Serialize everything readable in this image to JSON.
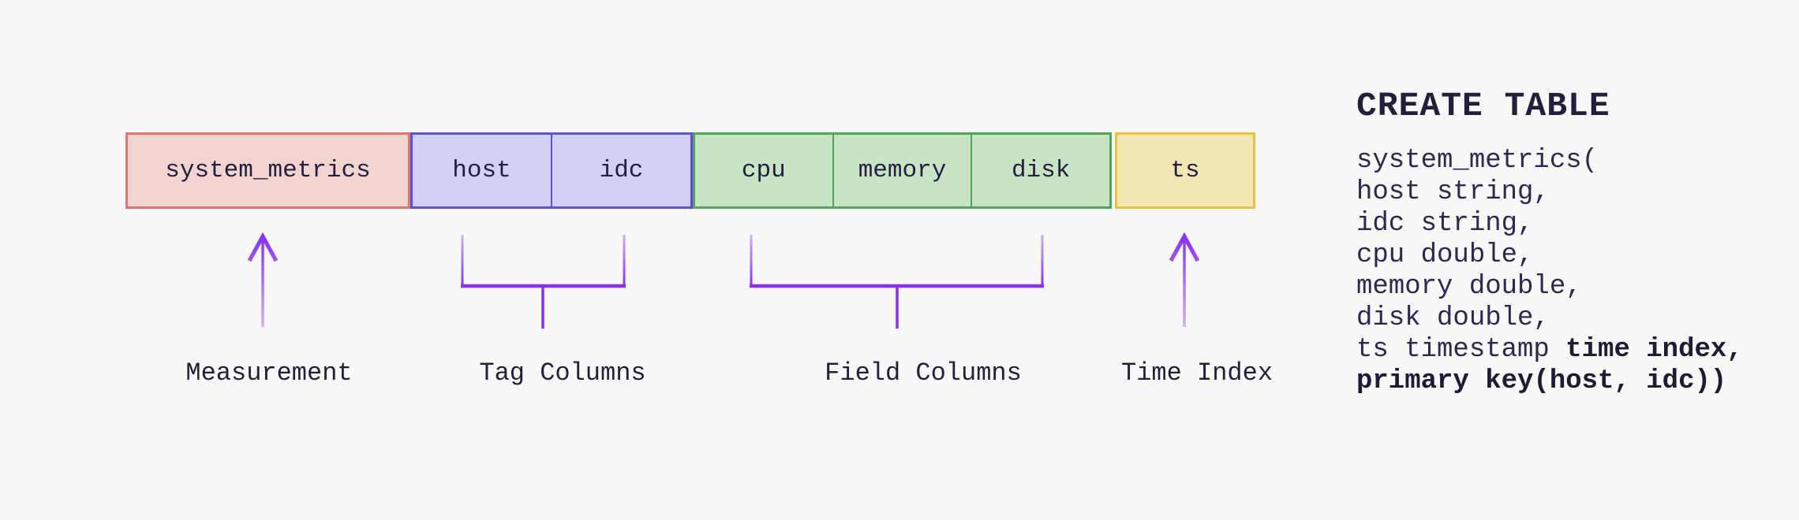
{
  "palette": {
    "background": "#f8f8f9",
    "text_dark": "#241e3e",
    "code_text": "#2e2751",
    "code_bold": "#1f1a38",
    "purple_vivid": "#8b2ff2",
    "purple_light": "#c9b4f4"
  },
  "table_bar": {
    "groups": [
      {
        "id": "measurement",
        "fill": "#f2d4d0",
        "border": "#e2756d",
        "cells": [
          "system_metrics"
        ]
      },
      {
        "id": "tag",
        "fill": "#d2d0f6",
        "border": "#5b50dd",
        "cells": [
          "host",
          "idc"
        ]
      },
      {
        "id": "field",
        "fill": "#c9e4c5",
        "border": "#4da755",
        "cells": [
          "cpu",
          "memory",
          "disk"
        ]
      },
      {
        "id": "time",
        "fill": "#f2e6b5",
        "border": "#efc13b",
        "cells": [
          "ts"
        ]
      }
    ]
  },
  "annotations": [
    {
      "kind": "arrow",
      "label": "Measurement"
    },
    {
      "kind": "bracket",
      "label": "Tag Columns"
    },
    {
      "kind": "bracket",
      "label": "Field Columns"
    },
    {
      "kind": "arrow",
      "label": "Time Index"
    }
  ],
  "sql": {
    "heading": "CREATE TABLE",
    "lines": [
      [
        {
          "t": "system_metrics(",
          "b": false
        }
      ],
      [
        {
          "t": "host string,",
          "b": false
        }
      ],
      [
        {
          "t": "idc string,",
          "b": false
        }
      ],
      [
        {
          "t": "cpu double,",
          "b": false
        }
      ],
      [
        {
          "t": "memory double,",
          "b": false
        }
      ],
      [
        {
          "t": "disk double,",
          "b": false
        }
      ],
      [
        {
          "t": "ts timestamp ",
          "b": false
        },
        {
          "t": "time index,",
          "b": true
        }
      ],
      [
        {
          "t": "primary key(host, idc))",
          "b": true
        }
      ]
    ]
  }
}
